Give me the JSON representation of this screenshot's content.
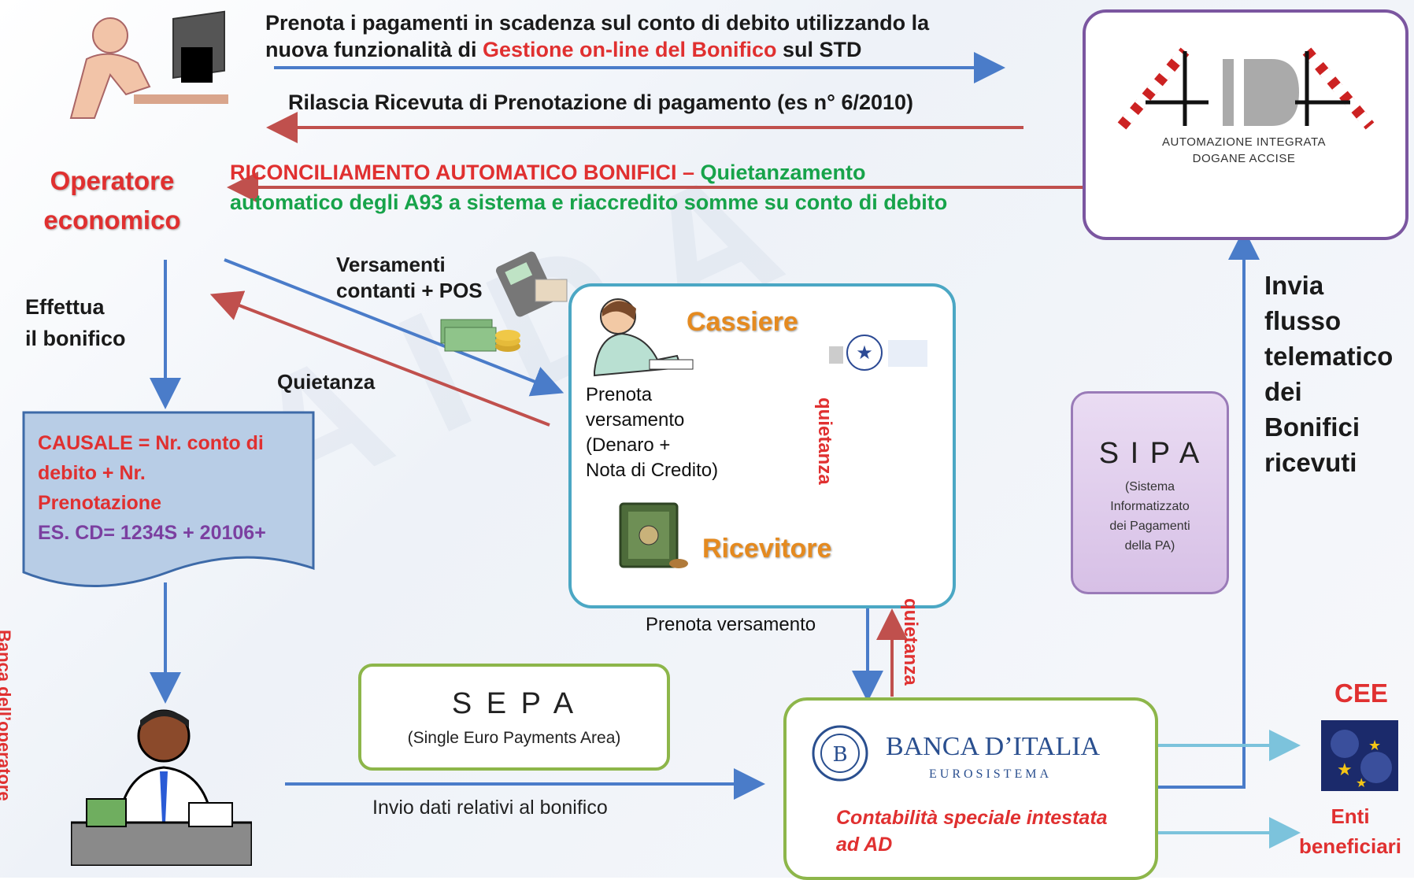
{
  "top": {
    "line1": "Prenota i pagamenti in scadenza sul conto di debito utilizzando la",
    "line2_prefix": "nuova funzionalità di ",
    "line2_red": "Gestione  on-line del Bonifico",
    "line2_suffix": " sul STD",
    "receipt": "Rilascia Ricevuta di Prenotazione di pagamento (es n° 6/2010)",
    "reconcile_red": "RICONCILIAMENTO AUTOMATICO BONIFICI – ",
    "reconcile_green1": "Quietanzamento",
    "reconcile_green2": "automatico degli A93 a sistema e riaccredito somme su conto di debito"
  },
  "operatore": {
    "line1": "Operatore",
    "line2": "economico"
  },
  "effettua": {
    "line1": "Effettua",
    "line2": "il bonifico"
  },
  "versamenti": {
    "line1": "Versamenti",
    "line2": "contanti + POS"
  },
  "quietanza_left": "Quietanza",
  "causale": {
    "line1": "CAUSALE = Nr.  conto  di",
    "line2": "debito + Nr.",
    "line3": "Prenotazione",
    "line4": "ES. CD= 1234S + 20106+"
  },
  "banca_operatore": "Banca dell’operatore",
  "cassiere_box": {
    "cassiere": "Cassiere",
    "ricevitore": "Ricevitore",
    "prenota_lines": [
      "Prenota",
      "versamento",
      "(Denaro +",
      "Nota di Credito)"
    ],
    "quietanza_vertical": "quietanza"
  },
  "aida": {
    "logo_text": "AIDA",
    "line1": "AUTOMAZIONE INTEGRATA",
    "line2": "DOGANE ACCISE"
  },
  "invia": [
    "Invia",
    "flusso",
    "telematico",
    "dei",
    "Bonifici",
    "ricevuti"
  ],
  "sipa": {
    "title": "S I P A",
    "lines": [
      "(Sistema",
      "Informatizzato",
      "dei Pagamenti",
      "della PA)"
    ]
  },
  "prenota_versamento": "Prenota  versamento",
  "quietanza_vertical2": "quietanza",
  "sepa": {
    "title": "S E P A",
    "subtitle": "(Single Euro Payments Area)"
  },
  "invio_dati": "Invio dati relativi al bonifico",
  "banca_italia": {
    "name": "BANCA D’ITALIA",
    "sub": "EUROSISTEMA",
    "contab1": "Contabilità speciale intestata",
    "contab2": "ad AD"
  },
  "cee": "CEE",
  "enti": {
    "line1": "Enti",
    "line2": "beneficiari"
  },
  "colors": {
    "blue_arrow": "#4a7cc9",
    "red_arrow": "#c0504d",
    "cyan_arrow": "#7cc3dc"
  }
}
